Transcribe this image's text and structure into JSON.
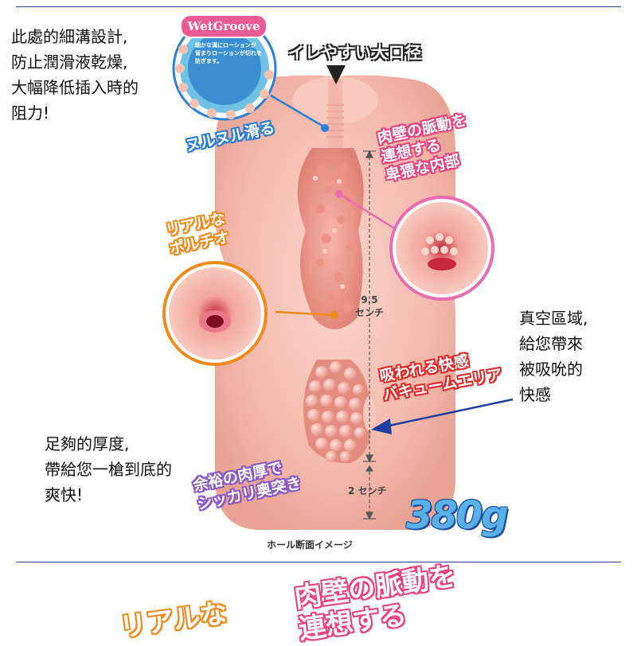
{
  "notes": {
    "groove": "此處的細溝設計,\n防止潤滑液乾燥,\n大幅降低插入時的\n阻力!",
    "vacuum": "真空區域,\n給您帶來\n被吸吮的\n快感",
    "thickness": "足夠的厚度,\n帶給您一槍到底的\n爽快!"
  },
  "bubble": {
    "title": "WetGroove",
    "text": "細かな溝にローションが\n留まりローションが切れを\n防ぎます。"
  },
  "labels": {
    "opening": "イレやすい大口径",
    "slippery": "ヌルヌル滑る",
    "pulse": "肉壁の脈動を\n連想する\n卑猥な内部",
    "portio": "リアルな\nポルチオ",
    "vacuum": "吸われる快感\nバキュームエリア",
    "thick": "余裕の肉厚で\nシッカリ奥突き",
    "pulse_big": "肉壁の脈動を\n連想する",
    "portio_big": "リアルな"
  },
  "measurements": {
    "depth": "9.5\nセンチ",
    "wall": "2 センチ"
  },
  "weight": "380g",
  "caption": "ホール断面イメージ",
  "colors": {
    "rule": "#2c3e8f",
    "body": "#f6c0b4",
    "pink_accent": "#e8437e",
    "orange_accent": "#f08a1c",
    "blue_accent": "#2a7fd6",
    "weight": "#5ab0e8"
  }
}
